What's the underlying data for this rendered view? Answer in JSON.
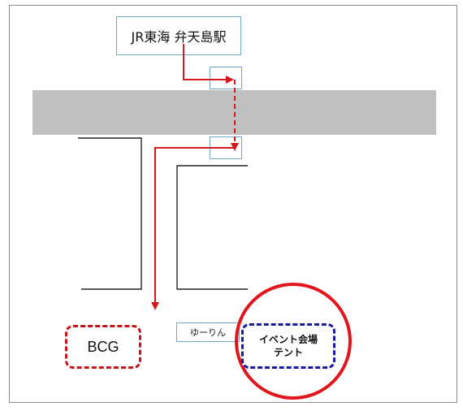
{
  "diagram": {
    "station_label": "JR東海 弁天島駅",
    "facility_label": "ゆーりん",
    "bcg_label": "BCG",
    "event_label_line1": "イベント会場",
    "event_label_line2": "テント",
    "colors": {
      "route": "#d41a1f",
      "road": "#c0c0c0",
      "box_border": "#6fa8c8",
      "bcg_border": "#c0161c",
      "event_circle": "#e0161c",
      "event_border": "#1a1aa0"
    }
  }
}
